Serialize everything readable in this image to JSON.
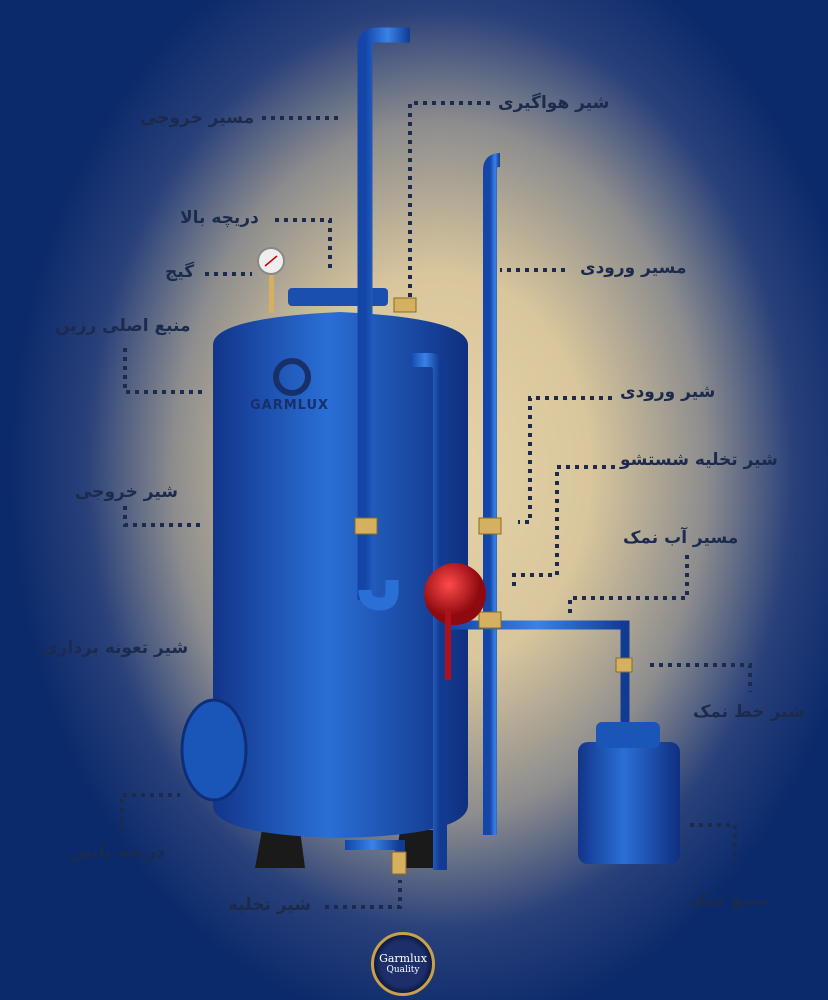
{
  "labels": {
    "outlet_path": "مسیر خروجی",
    "air_valve": "شیر هواگیری",
    "top_hatch": "دریچه بالا",
    "gauge": "گیج",
    "inlet_path": "مسیر ورودی",
    "main_resin_tank": "منبع اصلی رزین",
    "inlet_valve": "شیر ورودی",
    "backwash_drain_valve": "شیر تخلیه شستشو",
    "outlet_valve": "شیر خروجی",
    "brine_path": "مسیر آب نمک",
    "sampling_valve": "شیر تعونه برداری",
    "brine_line_valve": "شیر خط نمک",
    "bottom_hatch": "دریچه بایین",
    "drain_valve": "شیر تخلیه",
    "brine_tank": "منبع نمک"
  },
  "tank_brand": "GARMLUX",
  "logo": {
    "brand": "Garmlux",
    "tagline": "Quality"
  },
  "colors": {
    "tank_blue": "#1f5fc4",
    "valve_red": "#c0141c",
    "brass": "#d4b060",
    "text": "#1c2b4d"
  }
}
